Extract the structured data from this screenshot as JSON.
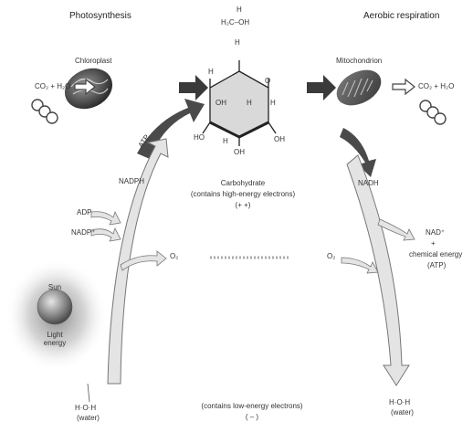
{
  "headers": {
    "photosynthesis": "Photosynthesis",
    "aerobic_respiration": "Aerobic respiration"
  },
  "organelles": {
    "chloroplast": "Chloroplast",
    "mitochondrion": "Mitochondrion"
  },
  "molecules": {
    "inputs_left": "CO₂ + H₂O",
    "outputs_right": "CO₂ + H₂O",
    "glucose_top_h": "H",
    "glucose_top_group": "H₂C–OH",
    "atom_h": "H",
    "atom_oh": "OH",
    "atom_ho": "HO",
    "atom_o": "O"
  },
  "carbohydrate": {
    "title": "Carbohydrate",
    "subtitle": "(contains high-energy electrons)",
    "marker": "(+ +)"
  },
  "cofactors": {
    "atp_top": "ATP",
    "nadph_left": "NADPH",
    "adp": "ADP",
    "nadp": "NADP⁺",
    "nadh_right": "NADH",
    "nad": "NAD⁺",
    "plus": "+",
    "chemical_energy": "chemical energy",
    "atp_right": "(ATP)"
  },
  "oxygen": {
    "left": "O₂",
    "right": "O₂"
  },
  "sun": {
    "label": "Sun",
    "light_energy": "Light energy"
  },
  "water": {
    "left": "H·O·H",
    "left_sub": "(water)",
    "right": "H·O·H",
    "right_sub": "(water)"
  },
  "bottom": {
    "low_energy": "(contains low-energy electrons)",
    "marker": "( – )"
  },
  "colors": {
    "arrow_dark": "#3a3a3a",
    "arrow_light": "#cfcfcf",
    "arrow_outline": "#6a6a6a",
    "ring_fill": "#d9d9d9",
    "sun_glow": "#8a8a8a"
  }
}
